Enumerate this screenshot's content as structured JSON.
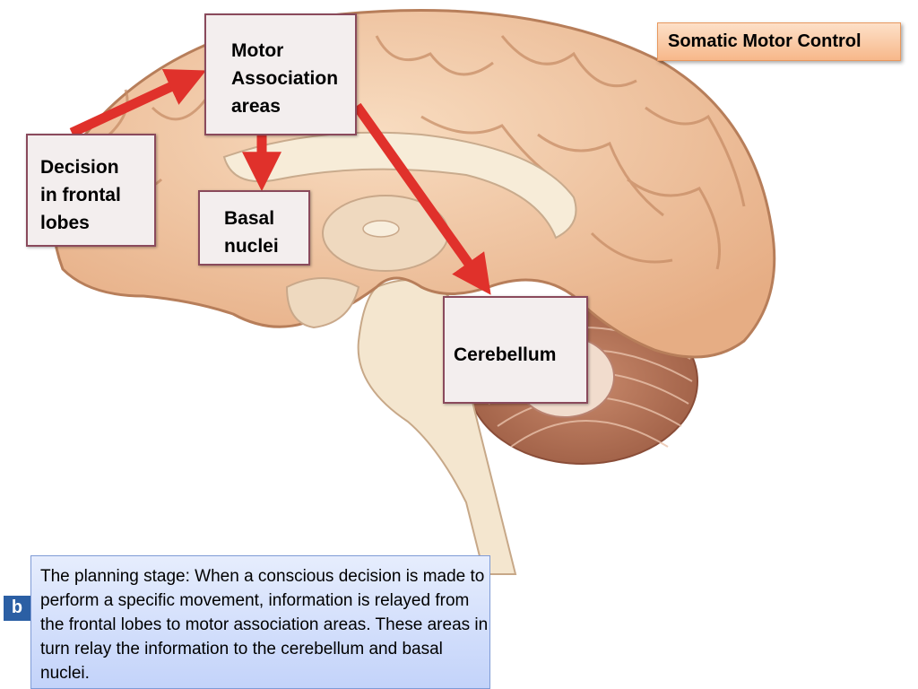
{
  "title": "Somatic Motor Control",
  "labels": {
    "motor_association": "Motor\nAssociation\n areas",
    "decision": "Decision\nin frontal\n lobes",
    "basal_nuclei": "Basal\nnuclei",
    "cerebellum": "Cerebellum"
  },
  "caption": "The planning stage: When a conscious decision is made to perform a specific movement, information is relayed from the frontal lobes to motor association areas. These areas in turn relay the information to the cerebellum and basal nuclei.",
  "figure_badge": "b",
  "colors": {
    "arrow": "#e0312b",
    "cortex": "#f0c9a2",
    "label_border": "#8a4a5c",
    "title_fill": "#f9c49c",
    "caption_fill": "#d6e1fb"
  }
}
